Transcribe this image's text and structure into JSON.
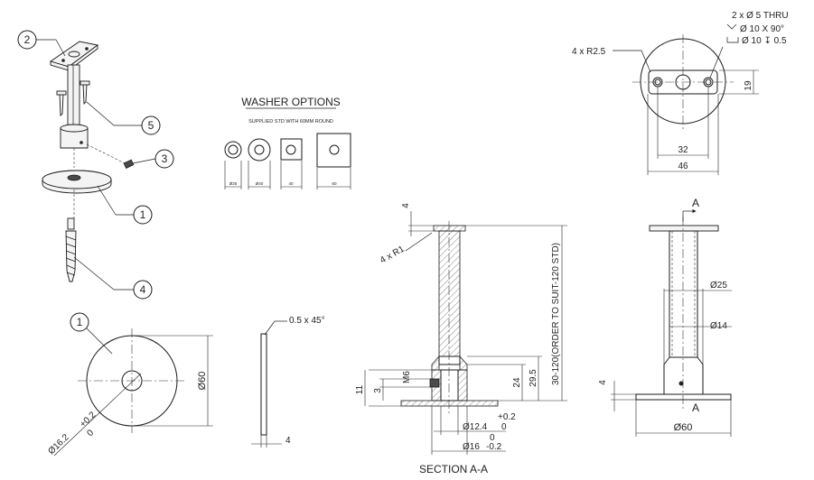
{
  "balloons": {
    "b1_top": "1",
    "b2": "2",
    "b3": "3",
    "b4": "4",
    "b5": "5",
    "b1_bottom": "1"
  },
  "washer_options": {
    "title": "WASHER OPTIONS",
    "subtitle": "SUPPLIED STD WITH 60MM ROUND",
    "labels": [
      "Ø25",
      "Ø40",
      "40",
      "60"
    ]
  },
  "top_view": {
    "hole_note_1": "2 x Ø 5 THRU",
    "hole_note_2": "Ø 10 X 90°",
    "hole_note_3": "Ø 10 ↧ 0.5",
    "radius": "4 x R2.5",
    "dim_19": "19",
    "dim_32": "32",
    "dim_46": "46"
  },
  "washer_detail": {
    "dia60": "Ø60",
    "bore_tol_upper": "+0.2",
    "bore_tol_lower": "0",
    "bore_dia": "Ø16.2",
    "chamfer": "0.5 x 45°",
    "thickness": "4"
  },
  "section": {
    "dim_4": "4",
    "radius": "4 x R1",
    "height_range": "30-120(ORDER TO SUIT-120 STD)",
    "thread": "M6",
    "dim_11": "11",
    "dim_3": "3",
    "dim_24": "24",
    "dim_29_5": "29.5",
    "d12_upper": "+0.2",
    "d12": "Ø12.4",
    "d12_lower": "0",
    "d16_upper": "0",
    "d16": "Ø16",
    "d16_lower": "-0.2",
    "caption": "SECTION A-A"
  },
  "side_view": {
    "section_mark_top": "A",
    "section_mark_bottom": "A",
    "dia25": "Ø25",
    "dia14": "Ø14",
    "dim_4": "4",
    "dia60": "Ø60"
  }
}
